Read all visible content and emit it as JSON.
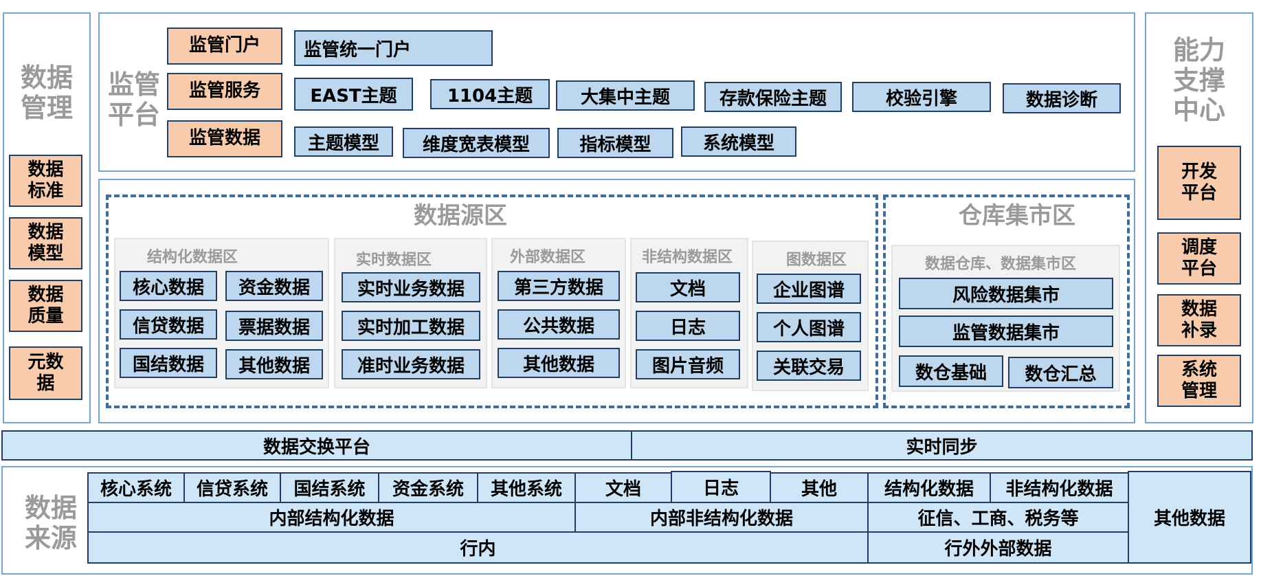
{
  "left": {
    "title": "数据\n管理",
    "items": [
      "数据\n标准",
      "数据\n模型",
      "数据\n质量",
      "元数\n据"
    ]
  },
  "right": {
    "title": "能力\n支撑\n中心",
    "items": [
      "开发\n平台",
      "调度\n平台",
      "数据\n补录",
      "系统\n管理"
    ]
  },
  "regulatory": {
    "title": "监管\n平台",
    "rows": [
      {
        "label": "监管门户",
        "items": [
          "监管统一门户"
        ]
      },
      {
        "label": "监管服务",
        "items": [
          "EAST主题",
          "1104主题",
          "大集中主题",
          "存款保险主题",
          "校验引擎",
          "数据诊断"
        ]
      },
      {
        "label": "监管数据",
        "items": [
          "主题模型",
          "维度宽表模型",
          "指标模型",
          "系统模型"
        ]
      }
    ]
  },
  "source_zone": {
    "title": "数据源区",
    "structured": {
      "title": "结构化数据区",
      "items": [
        "核心数据",
        "资金数据",
        "信贷数据",
        "票据数据",
        "国结数据",
        "其他数据"
      ]
    },
    "realtime": {
      "title": "实时数据区",
      "items": [
        "实时业务数据",
        "实时加工数据",
        "准时业务数据"
      ]
    },
    "external": {
      "title": "外部数据区",
      "items": [
        "第三方数据",
        "公共数据",
        "其他数据"
      ]
    },
    "unstructured": {
      "title": "非结构数据区",
      "items": [
        "文档",
        "日志",
        "图片音频"
      ]
    },
    "graph": {
      "title": "图数据区",
      "items": [
        "企业图谱",
        "个人图谱",
        "关联交易"
      ]
    }
  },
  "warehouse_zone": {
    "title": "仓库集市区",
    "sub_title": "数据仓库、数据集市区",
    "items": [
      "风险数据集市",
      "监管数据集市",
      "数仓基础",
      "数仓汇总"
    ]
  },
  "exchange": {
    "left": "数据交换平台",
    "right": "实时同步"
  },
  "sources": {
    "title": "数据\n来源",
    "row1": [
      "核心系统",
      "信贷系统",
      "国结系统",
      "资金系统",
      "其他系统",
      "文档",
      "日志",
      "其他",
      "结构化数据",
      "非结构化数据"
    ],
    "row2": [
      "内部结构化数据",
      "内部非结构化数据",
      "征信、工商、税务等"
    ],
    "row3": [
      "行内",
      "行外外部数据"
    ],
    "other": "其他数据"
  },
  "colors": {
    "blue_box": "#bdd7ee",
    "orange_box": "#f8cbad",
    "border": "#1f3f66",
    "panel_border": "#6fa6d6",
    "dashed": "#3e6c9d"
  }
}
